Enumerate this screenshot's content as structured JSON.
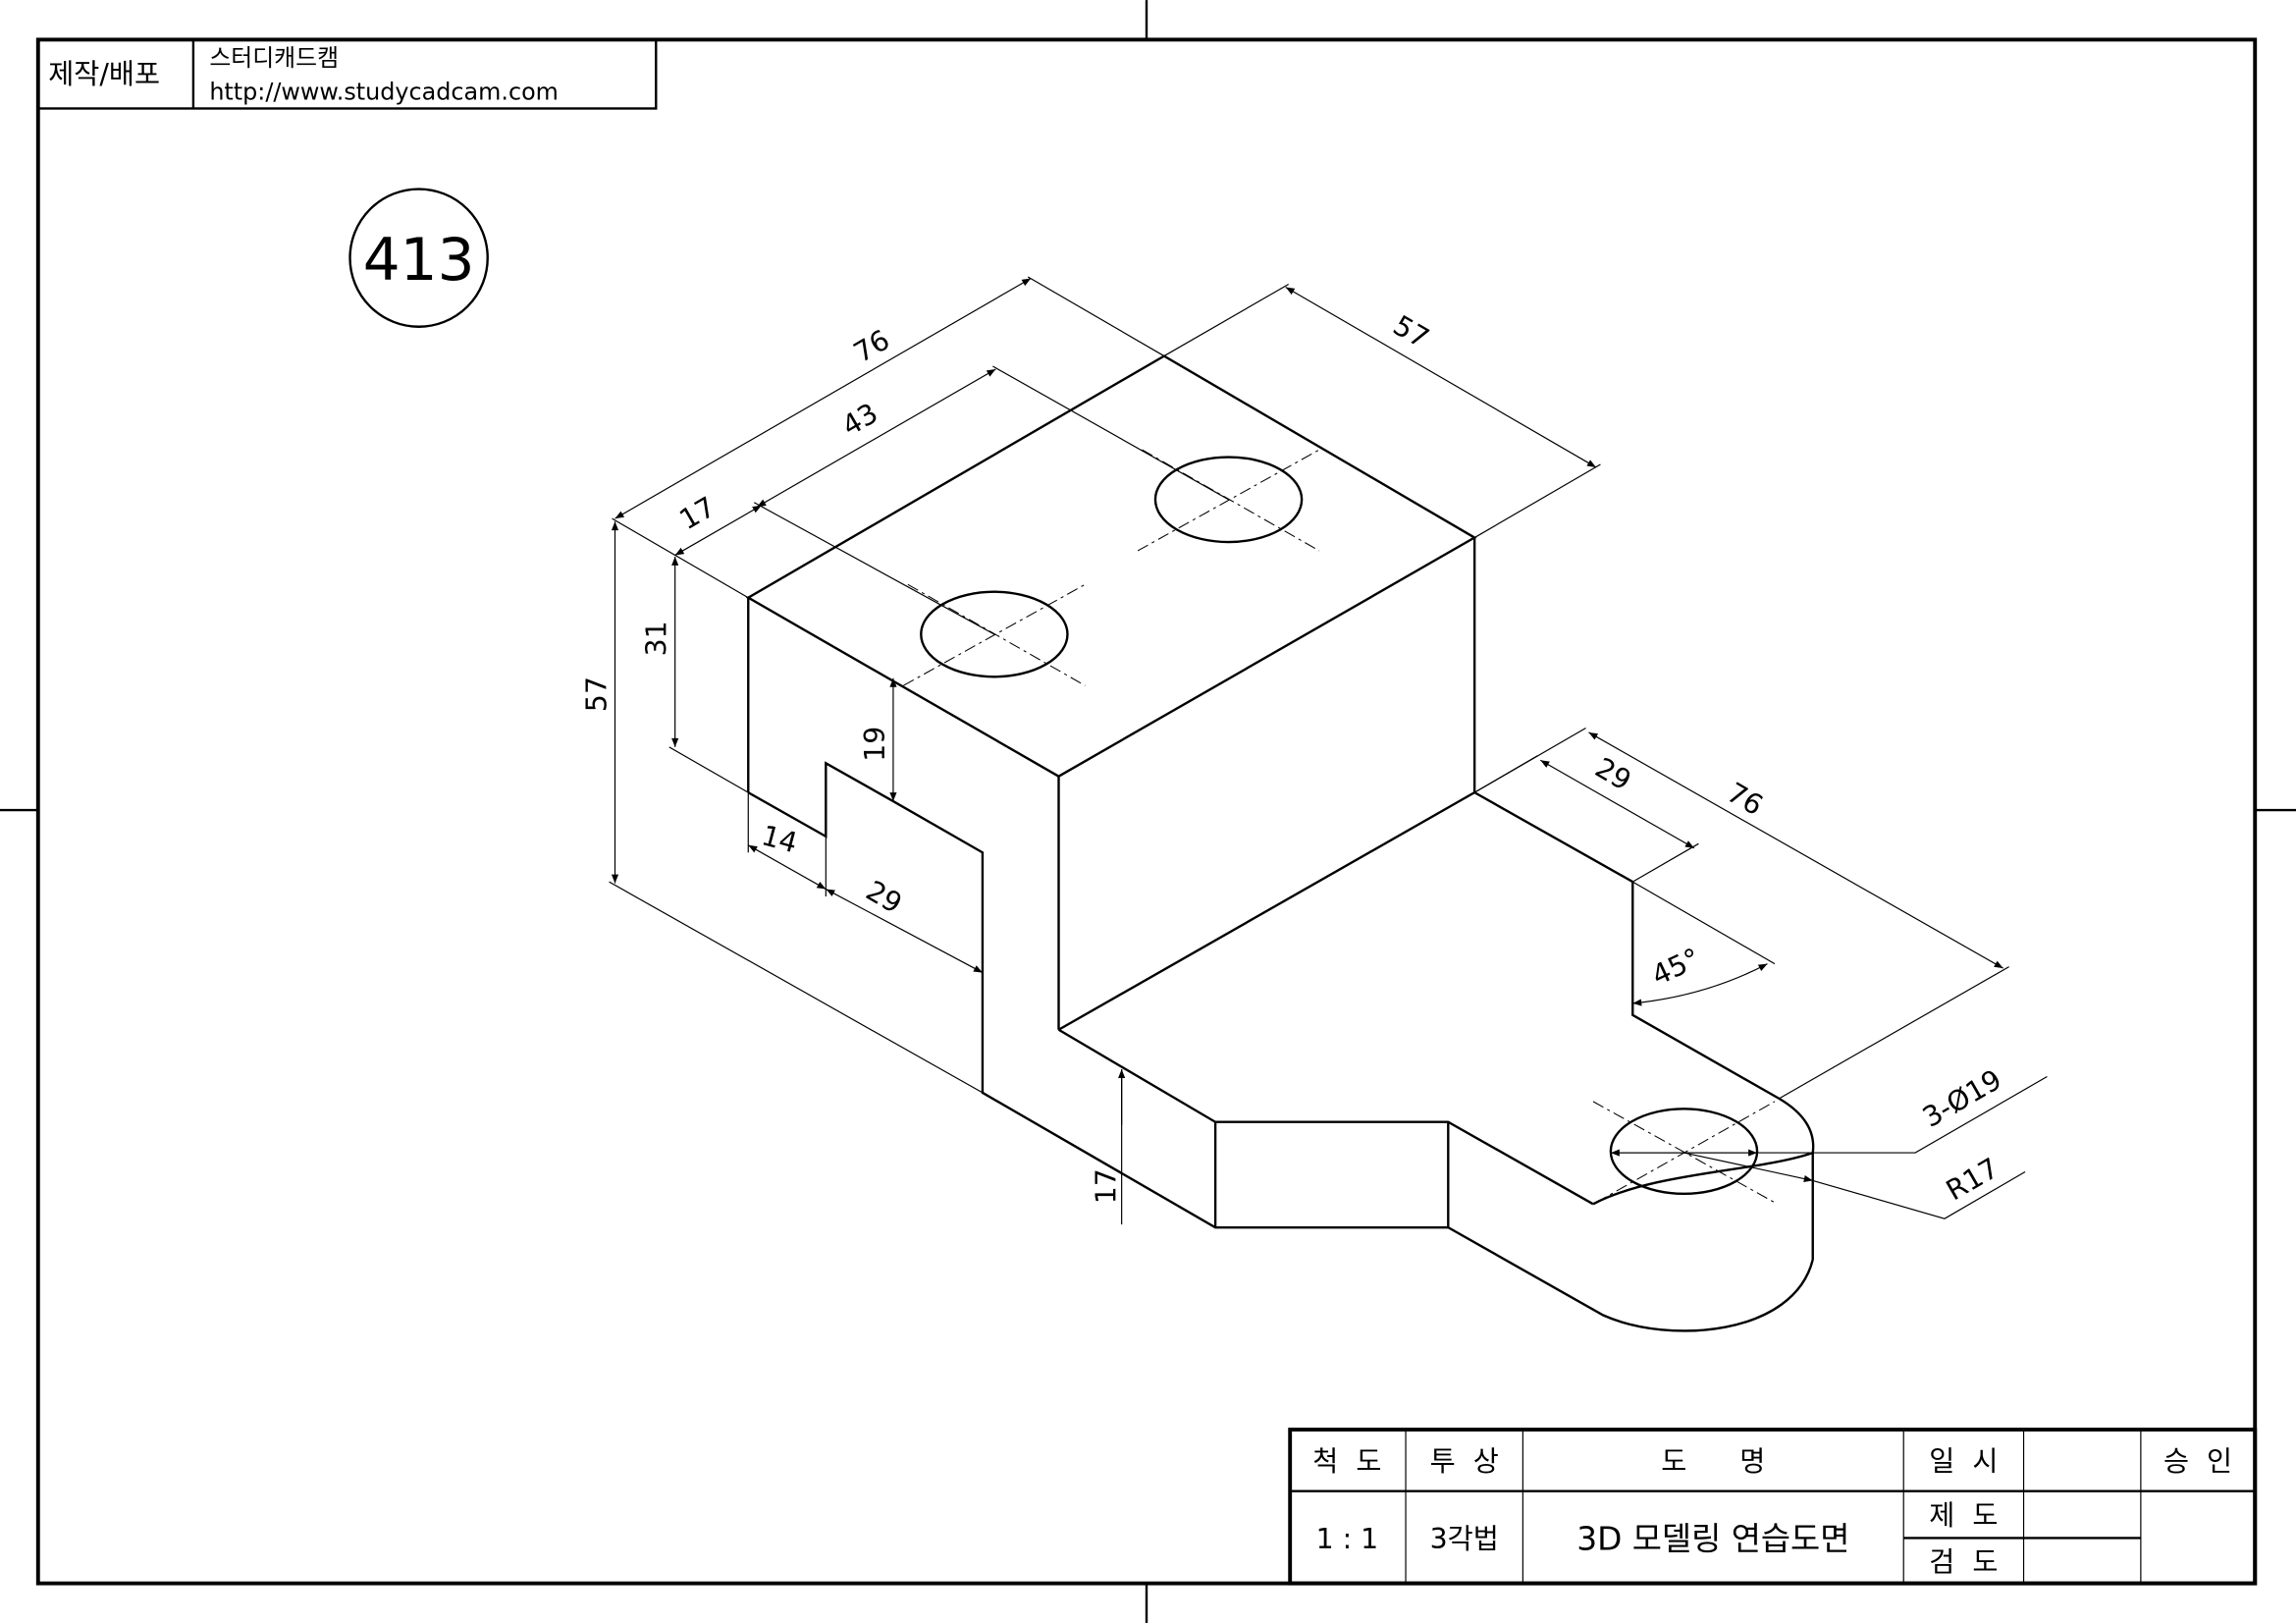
{
  "header": {
    "label": "제작/배포",
    "company": "스터디캐드캠",
    "url": "http://www.studycadcam.com"
  },
  "drawing_number": "413",
  "dimensions": {
    "top_length": "76",
    "hole_spacing": "43",
    "hole_offset": "17",
    "top_depth": "57",
    "total_height": "57",
    "upper_height": "31",
    "slot_height": "19",
    "slot_width": "14",
    "step_depth": "29",
    "base_thickness": "17",
    "arm_width": "29",
    "arm_length": "76",
    "angle": "45°",
    "holes": "3-Ø19",
    "radius": "R17"
  },
  "title_block": {
    "scale_header": "척  도",
    "projection_header": "투  상",
    "name_header": "도      명",
    "date_header": "일  시",
    "approve_header": "승  인",
    "scale_value": "1 : 1",
    "projection_value": "3각법",
    "drawing_name": "3D 모델링 연습도면",
    "drafted_label": "제  도",
    "checked_label": "검  도"
  }
}
